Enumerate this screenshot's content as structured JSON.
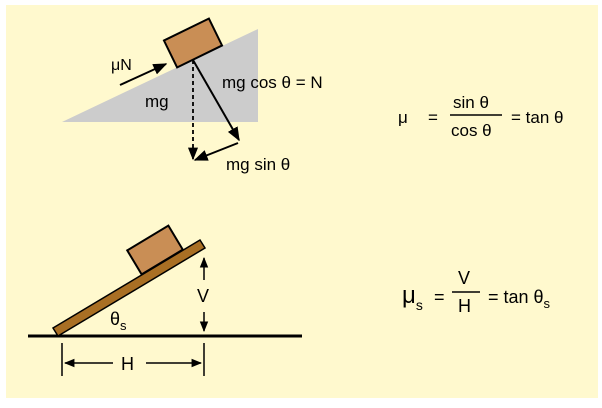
{
  "colors": {
    "background": "#fff9ce",
    "incline": "#cccccc",
    "block": "#c98e55",
    "plank": "#a96f24",
    "ink": "#000000"
  },
  "top": {
    "mu_n": "μN",
    "mg": "mg",
    "normal": "mg cos θ = N",
    "parallel": "mg sin θ",
    "mu": "μ",
    "equals1": "=",
    "numerator": "sin θ",
    "denominator": "cos θ",
    "result": "= tan θ"
  },
  "bottom": {
    "theta": "θ",
    "theta_sub": "s",
    "v": "V",
    "h": "H",
    "mu": "μ",
    "mu_sub": "s",
    "equals1": "=",
    "numerator": "V",
    "denominator": "H",
    "result": "= tan θ",
    "result_sub": "s"
  }
}
